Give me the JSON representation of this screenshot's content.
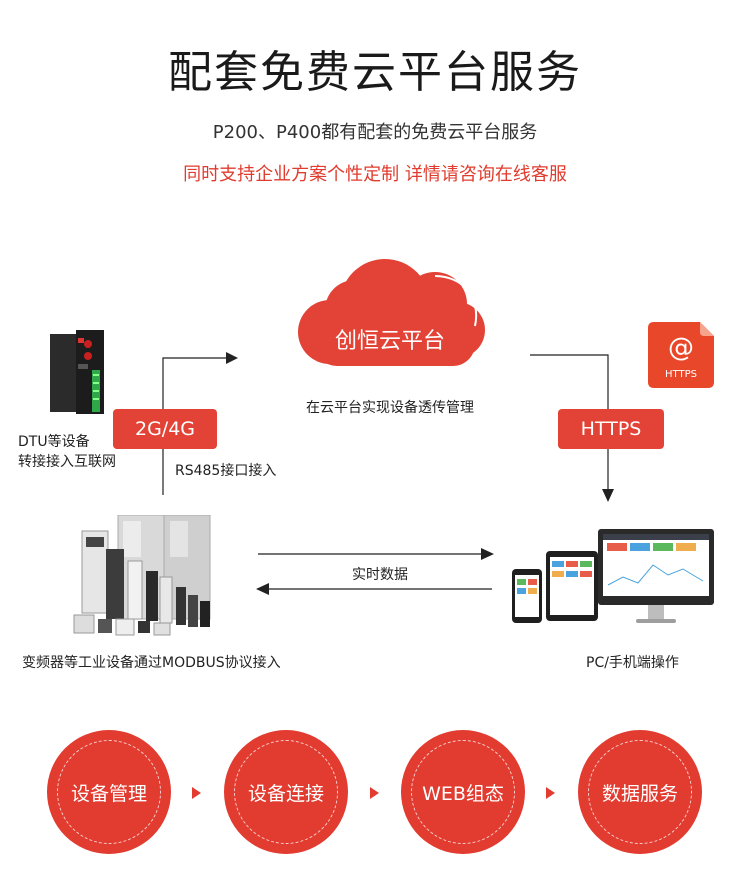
{
  "header": {
    "title": "配套免费云平台服务",
    "subtitle": "P200、P400都有配套的免费云平台服务",
    "tagline": "同时支持企业方案个性定制 详情请咨询在线客服"
  },
  "cloud": {
    "label": "创恒云平台",
    "caption": "在云平台实现设备透传管理"
  },
  "dtu": {
    "caption_line1": "DTU等设备",
    "caption_line2": "转接接入互联网",
    "network_pill": "2G/4G",
    "port_label": "RS485接口接入"
  },
  "https": {
    "pill": "HTTPS",
    "icon_label": "HTTPS",
    "icon_symbol": "@"
  },
  "flow": {
    "realtime_label": "实时数据"
  },
  "devices": {
    "industrial_caption": "变频器等工业设备通过MODBUS协议接入",
    "client_caption": "PC/手机端操作"
  },
  "steps": [
    {
      "label": "设备管理"
    },
    {
      "label": "设备连接"
    },
    {
      "label": "WEB组态"
    },
    {
      "label": "数据服务"
    }
  ],
  "colors": {
    "accent": "#e34336",
    "title": "#1a1a1a"
  }
}
